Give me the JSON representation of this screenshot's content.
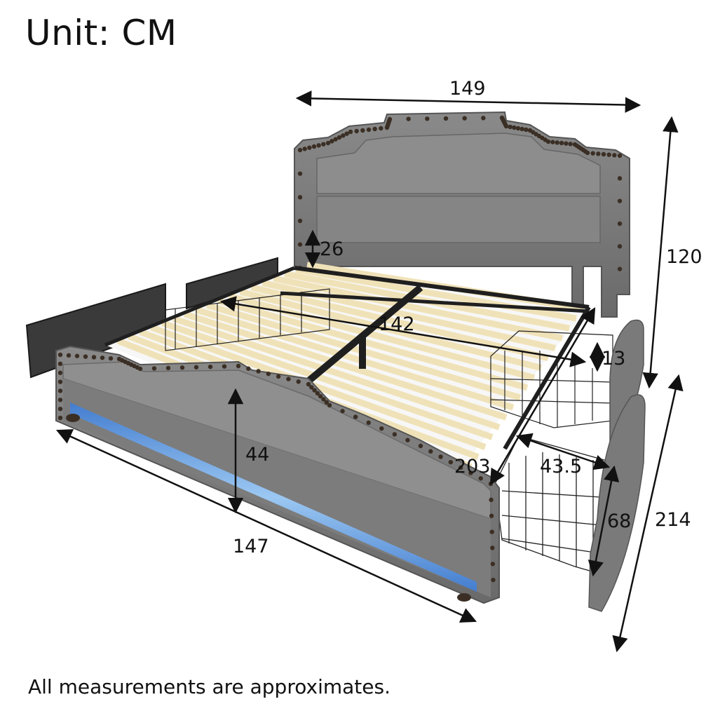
{
  "header": {
    "unit_title": "Unit: CM"
  },
  "footer": {
    "note": "All measurements are approximates."
  },
  "dimensions": {
    "headboard_width": "149",
    "total_height": "120",
    "headboard_gap": "26",
    "inner_length": "142",
    "drawer_top_height": "13",
    "footboard_height": "44",
    "side_length": "203",
    "drawer_depth": "43.5",
    "drawer_height": "68",
    "overall_length": "214",
    "overall_width": "147"
  },
  "colors": {
    "upholstery": "#7b7b7b",
    "upholstery_dark": "#5f5f5f",
    "slat": "#f0e2b8",
    "frame": "#1f1f1f",
    "led": "#6ab4ff",
    "nailhead": "#3b2f25"
  }
}
